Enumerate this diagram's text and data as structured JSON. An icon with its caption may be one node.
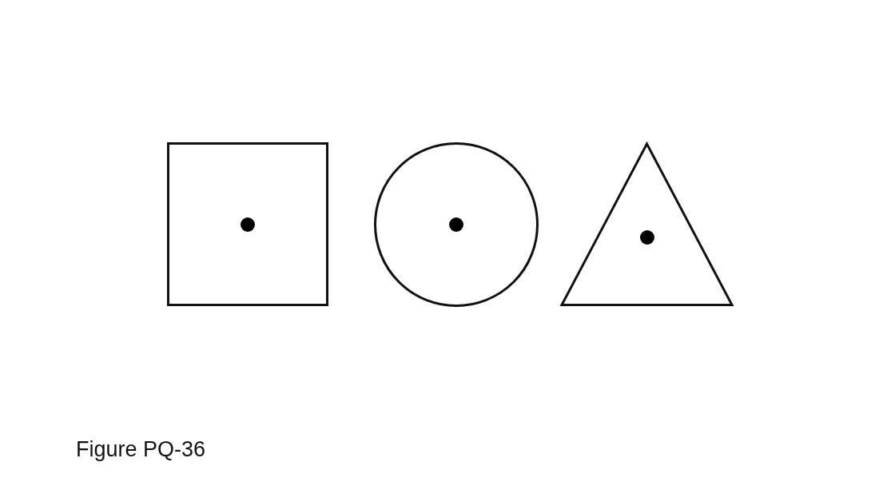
{
  "diagram": {
    "caption": "Figure PQ-36",
    "nodes": [
      {
        "text": [],
        "shape": "box"
      },
      {
        "text": [],
        "shape": "circle"
      },
      {
        "text": [],
        "shape": "triangle"
      }
    ]
  }
}
